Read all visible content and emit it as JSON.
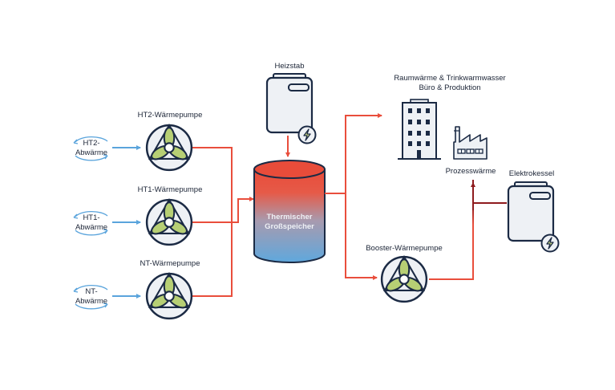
{
  "colors": {
    "outline": "#1b2a44",
    "device_fill": "#eef1f5",
    "fan_blade": "#b7cf74",
    "flow_hot": "#e94e3c",
    "flow_dark": "#8e1b1e",
    "flow_cold": "#5aa4dc",
    "tank_top": "#e84c3a",
    "tank_bottom": "#5fa8dd"
  },
  "sources": [
    {
      "line1": "HT2-",
      "line2": "Abwärme"
    },
    {
      "line1": "HT1-",
      "line2": "Abwärme"
    },
    {
      "line1": "NT-",
      "line2": "Abwärme"
    }
  ],
  "heat_pumps": [
    {
      "label": "HT2-Wärmepumpe"
    },
    {
      "label": "HT1-Wärmepumpe"
    },
    {
      "label": "NT-Wärmepumpe"
    }
  ],
  "heizstab": {
    "label": "Heizstab",
    "icon": "lightning-icon"
  },
  "storage": {
    "line1": "Thermischer",
    "line2": "Großspeicher"
  },
  "consumers": {
    "building_line1": "Raumwärme & Trinkwarmwasser",
    "building_line2": "Büro & Produktion",
    "process_label": "Prozesswärme"
  },
  "booster": {
    "label": "Booster-Wärmepumpe"
  },
  "elektrokessel": {
    "label": "Elektrokessel",
    "icon": "lightning-icon"
  }
}
